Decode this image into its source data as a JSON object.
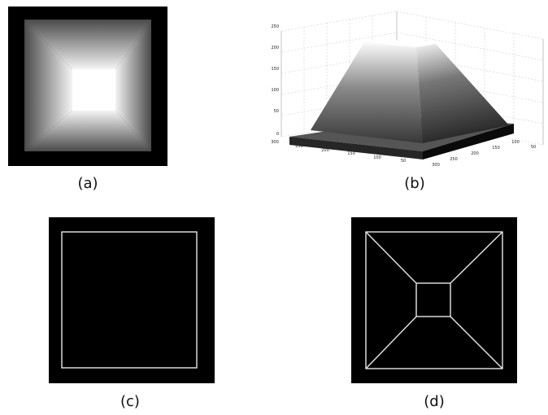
{
  "captions": {
    "a": "(a)",
    "b": "(b)",
    "c": "(c)",
    "d": "(d)"
  },
  "plot_b": {
    "z_ticks": [
      "250",
      "200",
      "150",
      "100",
      "50",
      "0"
    ],
    "left_axis_ticks": [
      "300",
      "250",
      "200",
      "150",
      "100",
      "50"
    ],
    "right_axis_ticks": [
      "300",
      "250",
      "200",
      "150",
      "100",
      "50"
    ]
  },
  "colors": {
    "background": "#ffffff",
    "image_background": "#000000",
    "edge_line": "#e8e8e8",
    "peak_white": "#ffffff",
    "base_gray": "#3a3a3a"
  }
}
